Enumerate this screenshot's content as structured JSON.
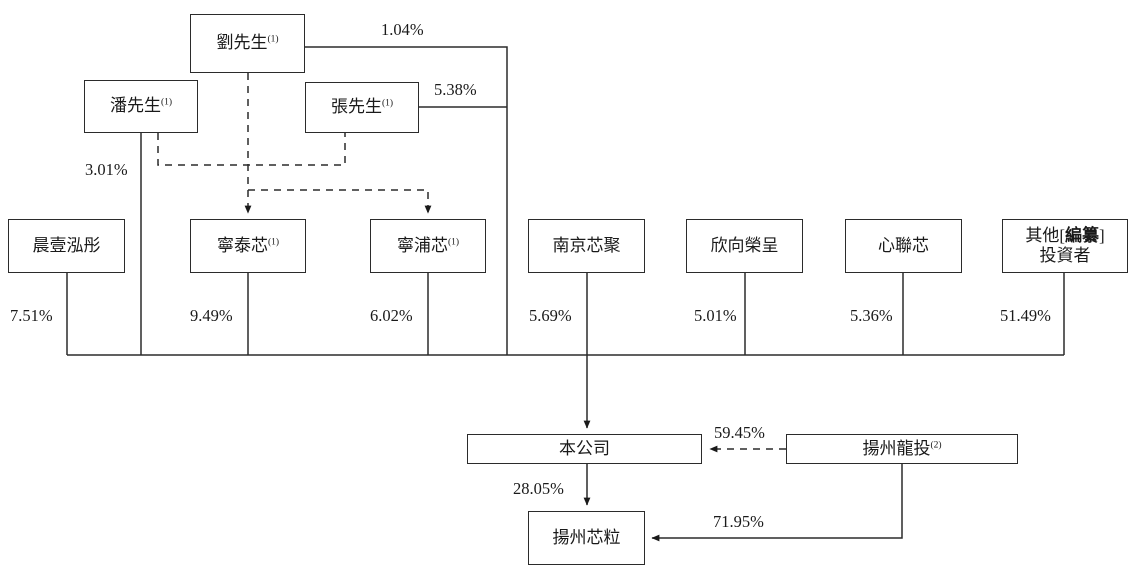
{
  "diagram": {
    "type": "ownership-structure-chart",
    "nodes": {
      "liu": {
        "label": "劉先生",
        "note": "(1)"
      },
      "pan": {
        "label": "潘先生",
        "note": "(1)"
      },
      "zhang": {
        "label": "張先生",
        "note": "(1)"
      },
      "chenyihongtong": {
        "label": "晨壹泓彤",
        "note": ""
      },
      "ningtaixin": {
        "label": "寧泰芯",
        "note": "(1)"
      },
      "ningpuxin": {
        "label": "寧浦芯",
        "note": "(1)"
      },
      "nanjingxinju": {
        "label": "南京芯聚",
        "note": ""
      },
      "xinxiangrongcheng": {
        "label": "欣向榮呈",
        "note": ""
      },
      "xinlianxin": {
        "label": "心聯芯",
        "note": ""
      },
      "other_investors": {
        "prefix": "其他",
        "bracket_open": "[",
        "emph": "編纂",
        "bracket_close": "]",
        "line2": "投資者"
      },
      "company": {
        "label": "本公司",
        "note": ""
      },
      "yangzhoulongtou": {
        "label": "揚州龍投",
        "note": "(2)"
      },
      "yangzhouxinli": {
        "label": "揚州芯粒",
        "note": ""
      }
    },
    "percentages": {
      "liu_to_company": "1.04%",
      "zhang_to_company": "5.38%",
      "pan_to_company": "3.01%",
      "chenyihongtong_to_company": "7.51%",
      "ningtaixin_to_company": "9.49%",
      "ningpuxin_to_company": "6.02%",
      "nanjingxinju_to_company": "5.69%",
      "xinxiangrongcheng_to_company": "5.01%",
      "xinlianxin_to_company": "5.36%",
      "other_to_company": "51.49%",
      "longtou_to_company": "59.45%",
      "company_to_xinli": "28.05%",
      "longtou_to_xinli": "71.95%"
    },
    "colors": {
      "line": "#2b2b2b",
      "text": "#1a1a1a",
      "background": "#ffffff"
    }
  }
}
